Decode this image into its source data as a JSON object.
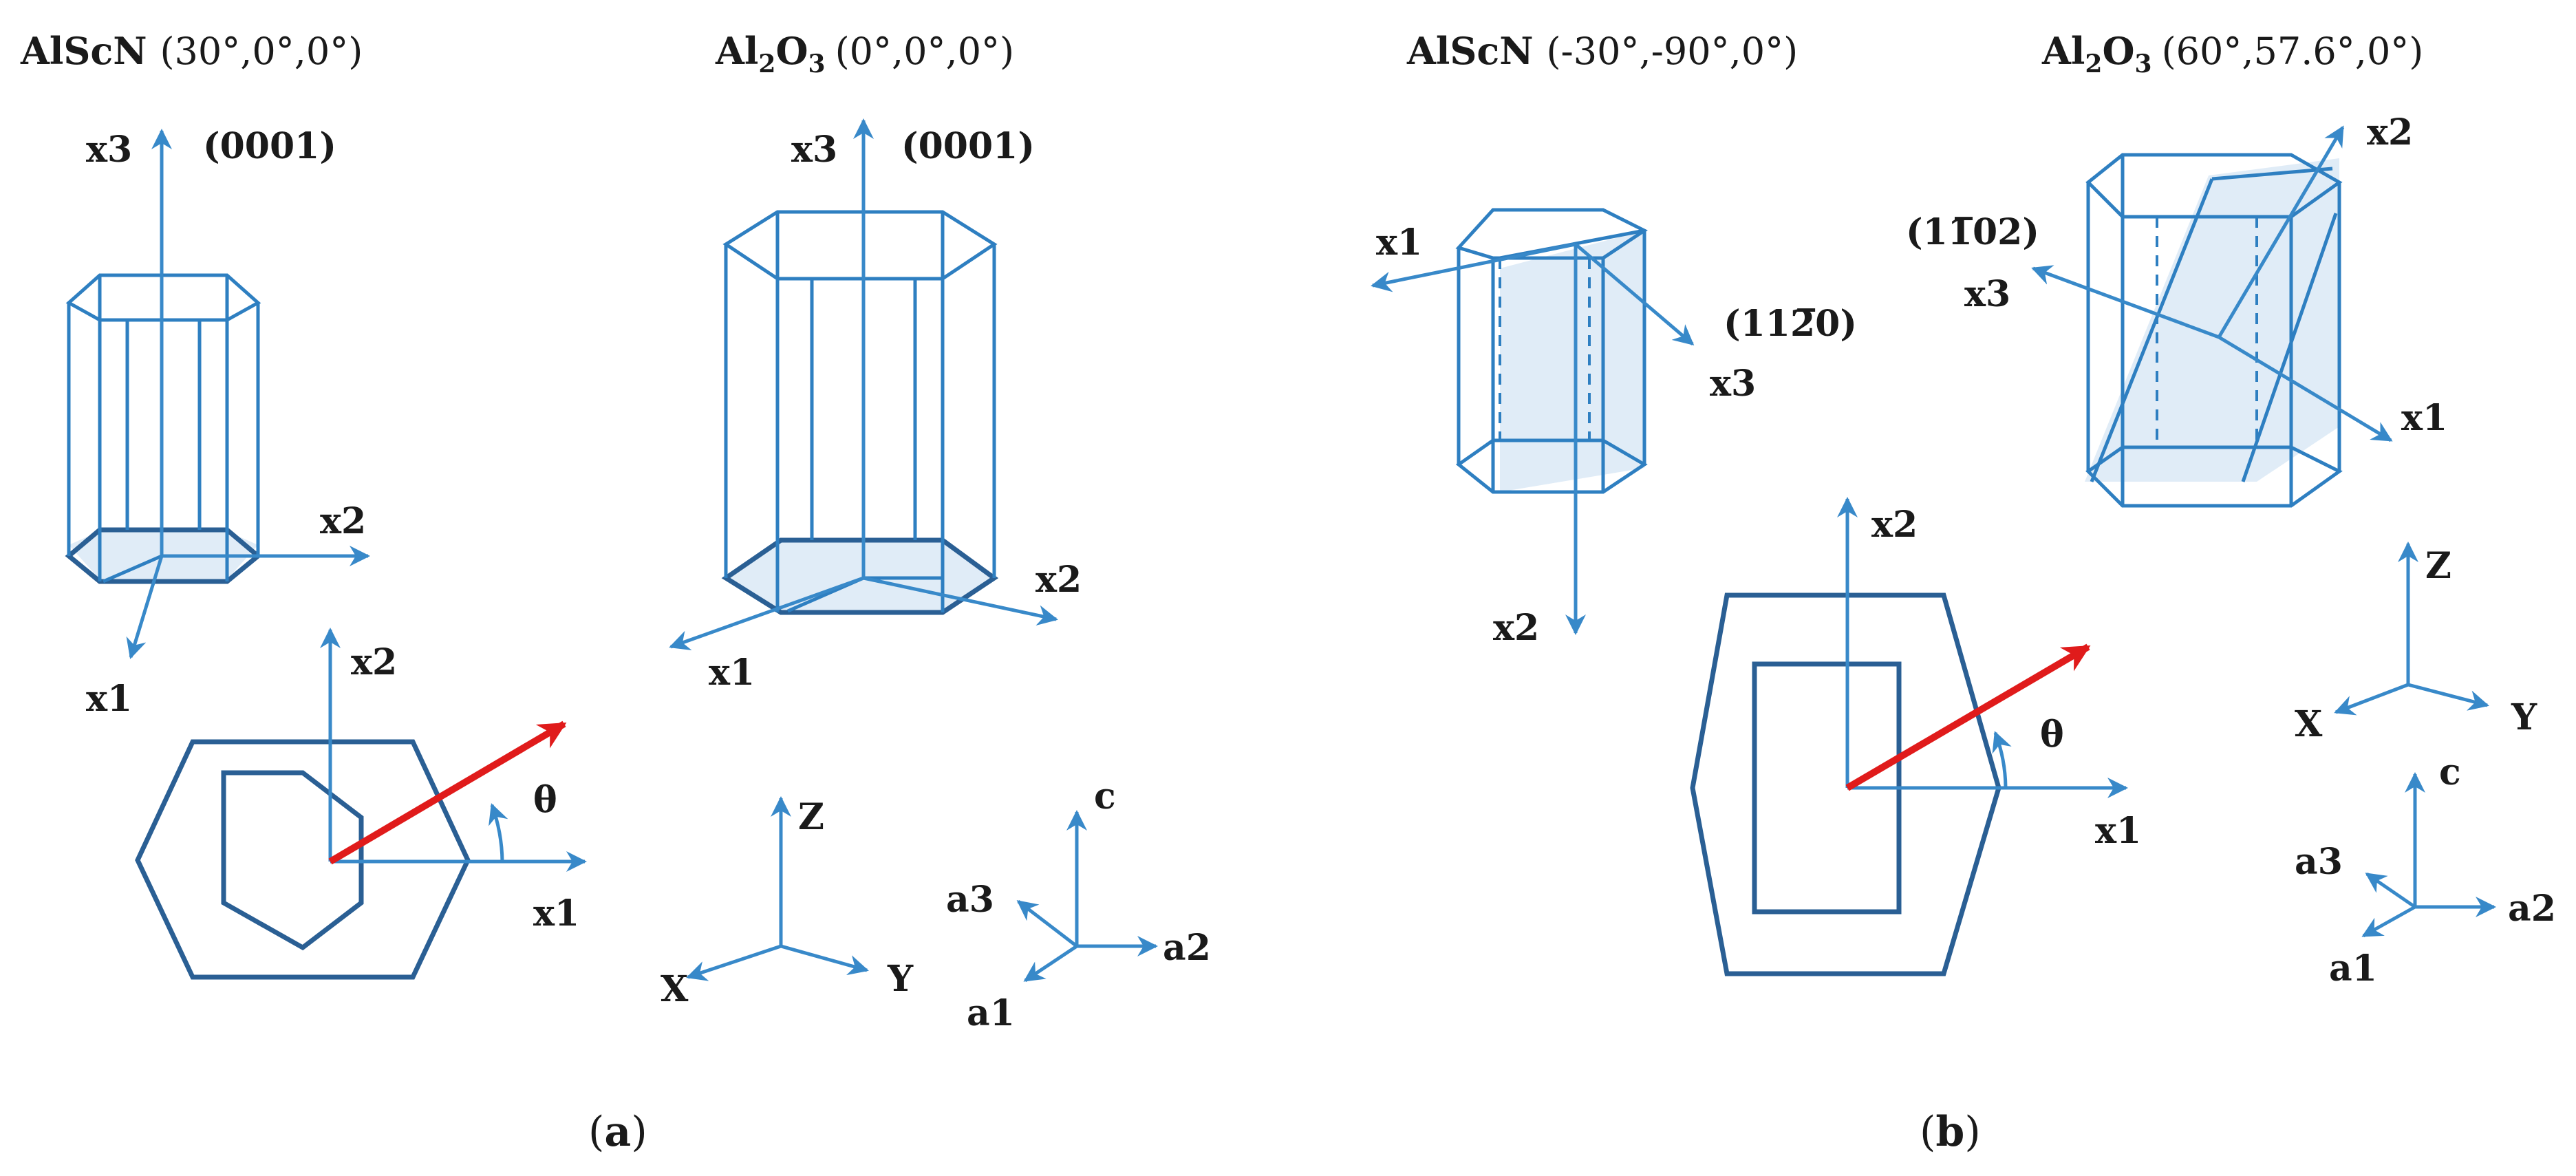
{
  "panel_a": {
    "title_left": {
      "name": "AlScN",
      "angles": "(30°,0°,0°)"
    },
    "title_right": {
      "name_pre": "Al",
      "sub1": "2",
      "name_mid": "O",
      "sub2": "3",
      "angles": "(0°,0°,0°)"
    },
    "left_crystal": {
      "x3": "x3",
      "plane": "(0001)",
      "x2": "x2",
      "x1": "x1"
    },
    "right_crystal": {
      "x3": "x3",
      "plane": "(0001)",
      "x2": "x2",
      "x1": "x1"
    },
    "hexagon": {
      "x2": "x2",
      "x1": "x1",
      "theta": "θ"
    },
    "frame_xyz": {
      "z": "Z",
      "x": "X",
      "y": "Y"
    },
    "frame_hex": {
      "c": "c",
      "a3": "a3",
      "a2": "a2",
      "a1": "a1"
    },
    "caption_open": "(",
    "caption_letter": "a",
    "caption_close": ")"
  },
  "panel_b": {
    "title_left": {
      "name": "AlScN",
      "angles": "(-30°,-90°,0°)"
    },
    "title_right": {
      "name_pre": "Al",
      "sub1": "2",
      "name_mid": "O",
      "sub2": "3",
      "angles": "(60°,57.6°,0°)"
    },
    "left_crystal": {
      "x1": "x1",
      "x3": "x3",
      "plane": "(112̅0)",
      "x2": "x2"
    },
    "right_crystal": {
      "x2": "x2",
      "x3": "x3",
      "plane": "(11̅02)",
      "x1": "x1"
    },
    "section": {
      "x2": "x2",
      "x1": "x1",
      "theta": "θ"
    },
    "frame_xyz": {
      "z": "Z",
      "x": "X",
      "y": "Y"
    },
    "frame_hex": {
      "c": "c",
      "a3": "a3",
      "a2": "a2",
      "a1": "a1"
    },
    "caption_open": "(",
    "caption_letter": "b",
    "caption_close": ")"
  },
  "colors": {
    "edge": "#2e7fc1",
    "axis": "#3889c9",
    "face": "#d6e6f4",
    "theta_vector": "#e01b1b"
  }
}
